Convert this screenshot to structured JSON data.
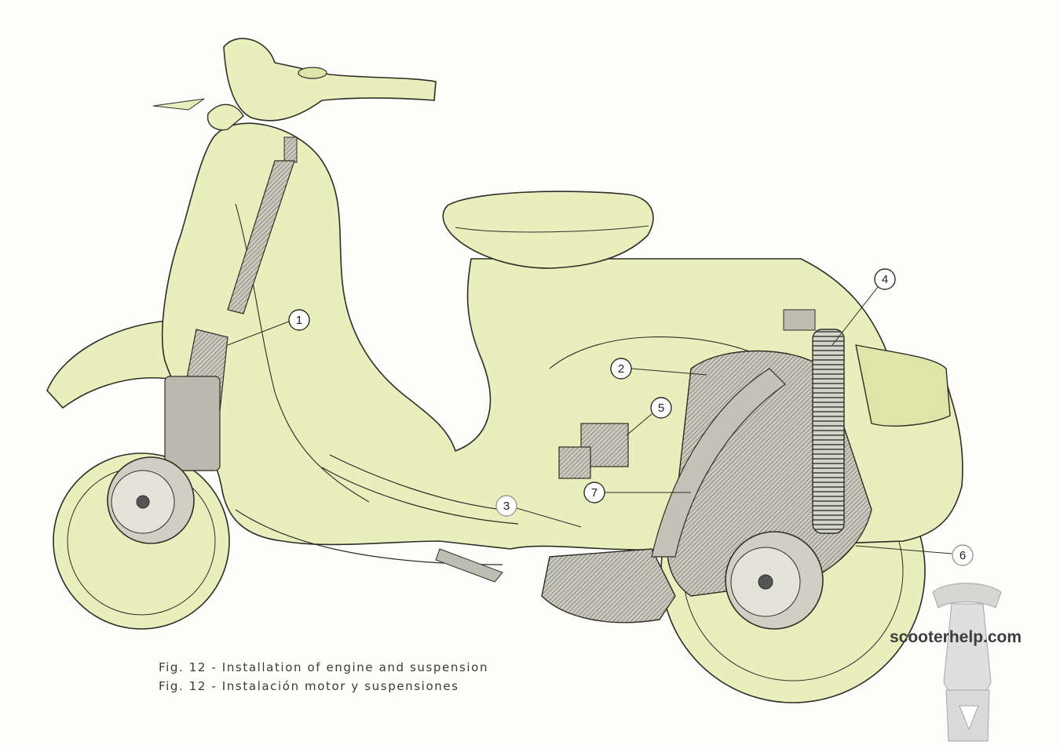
{
  "captions": {
    "english": "Fig. 12 - Installation of engine and suspension",
    "spanish": "Fig. 12 - Instalación motor y suspensiones"
  },
  "watermark": {
    "site": "scooterhelp.com"
  },
  "callouts": [
    "1",
    "2",
    "3",
    "4",
    "5",
    "6",
    "7"
  ],
  "colors": {
    "body_fill": "#e9eebd",
    "body_fill_dark": "#dfe5a9",
    "line": "#2e2e26",
    "mechanical": "#9c9c90",
    "paper": "#fdfdfb"
  }
}
